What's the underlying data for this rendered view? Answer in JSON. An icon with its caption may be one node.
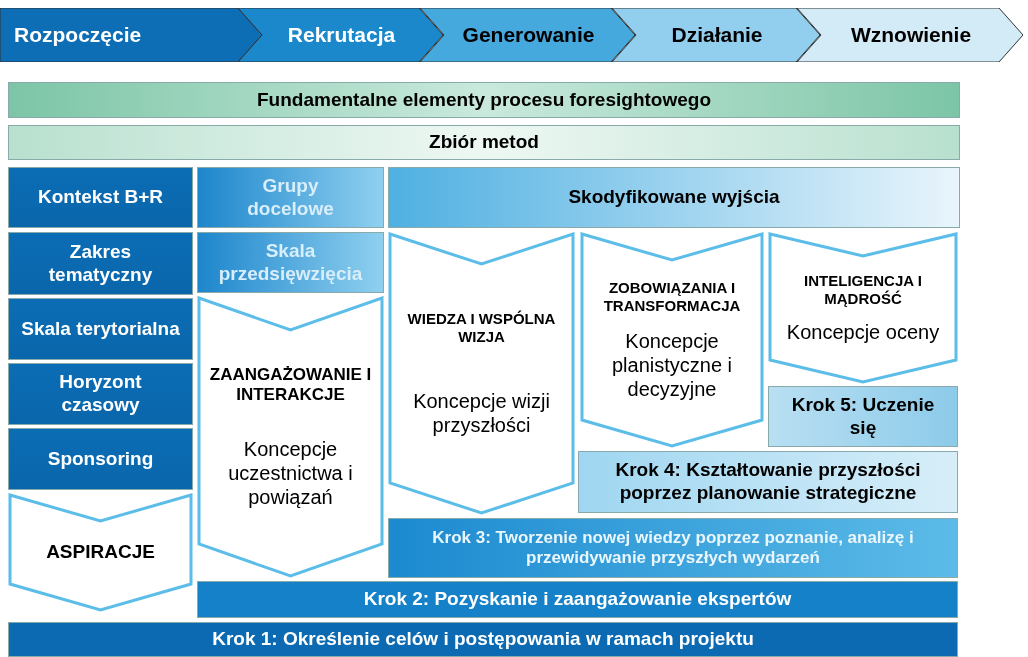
{
  "diagram": {
    "nodes": [
      {
        "text": [
          "Rozpoczęcie"
        ]
      },
      {
        "text": [
          "Rekrutacja"
        ]
      },
      {
        "text": [
          "Generowanie"
        ]
      },
      {
        "text": [
          "Działanie"
        ]
      },
      {
        "text": [
          "Wznowienie"
        ]
      },
      {
        "text": [
          "Fundamentalne elementy procesu foresightowego"
        ]
      },
      {
        "text": [
          "Zbiór metod"
        ]
      },
      {
        "text": [
          "Kontekst B+R"
        ]
      },
      {
        "text": [
          "Grupy docelowe"
        ]
      },
      {
        "text": [
          "Skodyfikowane wyjścia"
        ]
      },
      {
        "text": [
          "Zakres tematyczny"
        ]
      },
      {
        "text": [
          "Skala przedsięwzięcia"
        ]
      },
      {
        "text": [
          "Skala terytorialna"
        ]
      },
      {
        "text": [
          "Horyzont czasowy"
        ]
      },
      {
        "text": [
          "Sponsoring"
        ]
      },
      {
        "text": [
          "ASPIRACJE"
        ]
      },
      {
        "text": [
          "ZAANGAŻOWANIE I INTERAKCJE",
          "Koncepcje uczestnictwa i powiązań"
        ]
      },
      {
        "text": [
          "WIEDZA I WSPÓLNA WIZJA",
          "Koncepcje wizji przyszłości"
        ]
      },
      {
        "text": [
          "ZOBOWIĄZANIA I TRANSFORMACJA",
          "Koncepcje planistyczne i decyzyjne"
        ]
      },
      {
        "text": [
          "INTELIGENCJA I MĄDROŚĆ",
          "Koncepcje oceny"
        ]
      },
      {
        "text": [
          "Krok 5: Uczenie się"
        ]
      },
      {
        "text": [
          "Krok 4: Kształtowanie przyszłości poprzez planowanie strategiczne"
        ]
      },
      {
        "text": [
          "Krok 3: Tworzenie nowej wiedzy poprzez poznanie, analizę i przewidywanie przyszłych wydarzeń"
        ]
      },
      {
        "text": [
          "Krok 2: Pozyskanie i zaangażowanie ekspertów"
        ]
      },
      {
        "text": [
          "Krok 1: Określenie celów i postępowania w ramach projektu"
        ]
      }
    ]
  }
}
